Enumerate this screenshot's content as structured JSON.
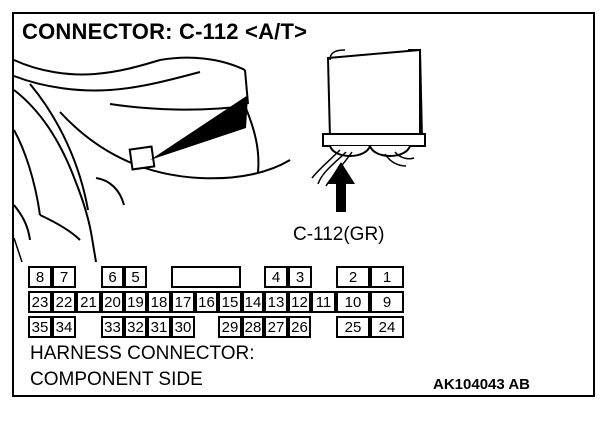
{
  "title": "CONNECTOR: C-112 <A/T>",
  "connector_label": "C-112(GR)",
  "footer": {
    "line1": "HARNESS CONNECTOR:",
    "line2": "COMPONENT SIDE"
  },
  "figure_code": "AK104043 AB",
  "pins": {
    "row1": [
      "8",
      "7",
      "6",
      "5",
      "4",
      "3",
      "2",
      "1"
    ],
    "row2": [
      "23",
      "22",
      "21",
      "20",
      "19",
      "18",
      "17",
      "16",
      "15",
      "14",
      "13",
      "12",
      "11",
      "10",
      "9"
    ],
    "row3": [
      "35",
      "34",
      "33",
      "32",
      "31",
      "30",
      "29",
      "28",
      "27",
      "26",
      "25",
      "24"
    ]
  }
}
